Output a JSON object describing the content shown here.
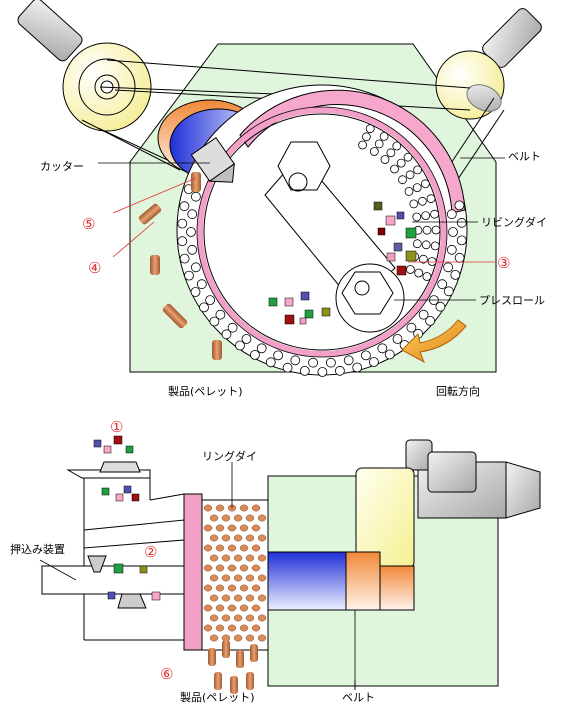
{
  "top": {
    "labels": {
      "cutter": "カッター",
      "belt": "ベルト",
      "ring_die": "リビングダイ",
      "press_roll": "プレスロール",
      "product": "製品(ペレット)",
      "rotation": "回転方向"
    },
    "markers": {
      "m3": "③",
      "m4": "④",
      "m5": "⑤"
    }
  },
  "bottom": {
    "labels": {
      "ring_die": "リングダイ",
      "pusher": "押込み装置",
      "product": "製品(ペレット)",
      "belt": "ベルト"
    },
    "markers": {
      "m1": "①",
      "m2": "②",
      "m6": "⑥"
    }
  },
  "colors": {
    "housing": "#dff5dc",
    "housing_edge": "#000000",
    "ring": "#f2a0c8",
    "pulley": "#fff8b8",
    "motor": "#d8d8d8",
    "pellet": "#c87848",
    "marker": "#e03030",
    "arrow": "#f0a020",
    "fill_blue": "#3040e0",
    "fill_orange": "#f09040"
  }
}
